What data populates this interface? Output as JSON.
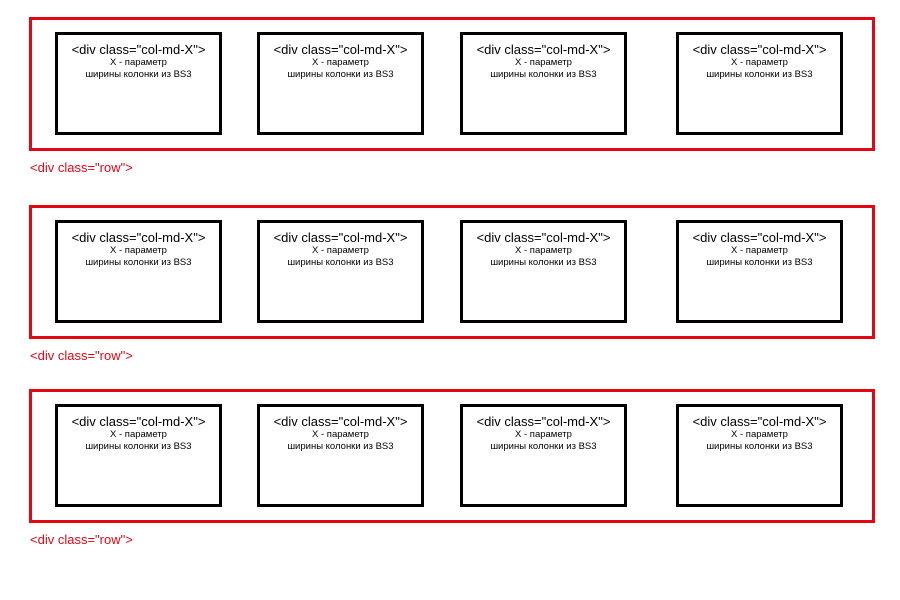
{
  "diagram": {
    "rows": [
      {
        "label": "<div class=\"row\">",
        "columns": [
          {
            "title": "<div class=\"col-md-X\">",
            "desc_line1": "X - параметр",
            "desc_line2": "ширины колонки из BS3"
          },
          {
            "title": "<div class=\"col-md-X\">",
            "desc_line1": "X - параметр",
            "desc_line2": "ширины колонки из BS3"
          },
          {
            "title": "<div class=\"col-md-X\">",
            "desc_line1": "X - параметр",
            "desc_line2": "ширины колонки из BS3"
          },
          {
            "title": "<div class=\"col-md-X\">",
            "desc_line1": "X - параметр",
            "desc_line2": "ширины колонки из BS3"
          }
        ]
      },
      {
        "label": "<div class=\"row\">",
        "columns": [
          {
            "title": "<div class=\"col-md-X\">",
            "desc_line1": "X - параметр",
            "desc_line2": "ширины колонки из BS3"
          },
          {
            "title": "<div class=\"col-md-X\">",
            "desc_line1": "X - параметр",
            "desc_line2": "ширины колонки из BS3"
          },
          {
            "title": "<div class=\"col-md-X\">",
            "desc_line1": "X - параметр",
            "desc_line2": "ширины колонки из BS3"
          },
          {
            "title": "<div class=\"col-md-X\">",
            "desc_line1": "X - параметр",
            "desc_line2": "ширины колонки из BS3"
          }
        ]
      },
      {
        "label": "<div class=\"row\">",
        "columns": [
          {
            "title": "<div class=\"col-md-X\">",
            "desc_line1": "X - параметр",
            "desc_line2": "ширины колонки из BS3"
          },
          {
            "title": "<div class=\"col-md-X\">",
            "desc_line1": "X - параметр",
            "desc_line2": "ширины колонки из BS3"
          },
          {
            "title": "<div class=\"col-md-X\">",
            "desc_line1": "X - параметр",
            "desc_line2": "ширины колонки из BS3"
          },
          {
            "title": "<div class=\"col-md-X\">",
            "desc_line1": "X - параметр",
            "desc_line2": "ширины колонки из BS3"
          }
        ]
      }
    ],
    "colors": {
      "row_border": "#e30613",
      "col_border": "#000000"
    }
  }
}
